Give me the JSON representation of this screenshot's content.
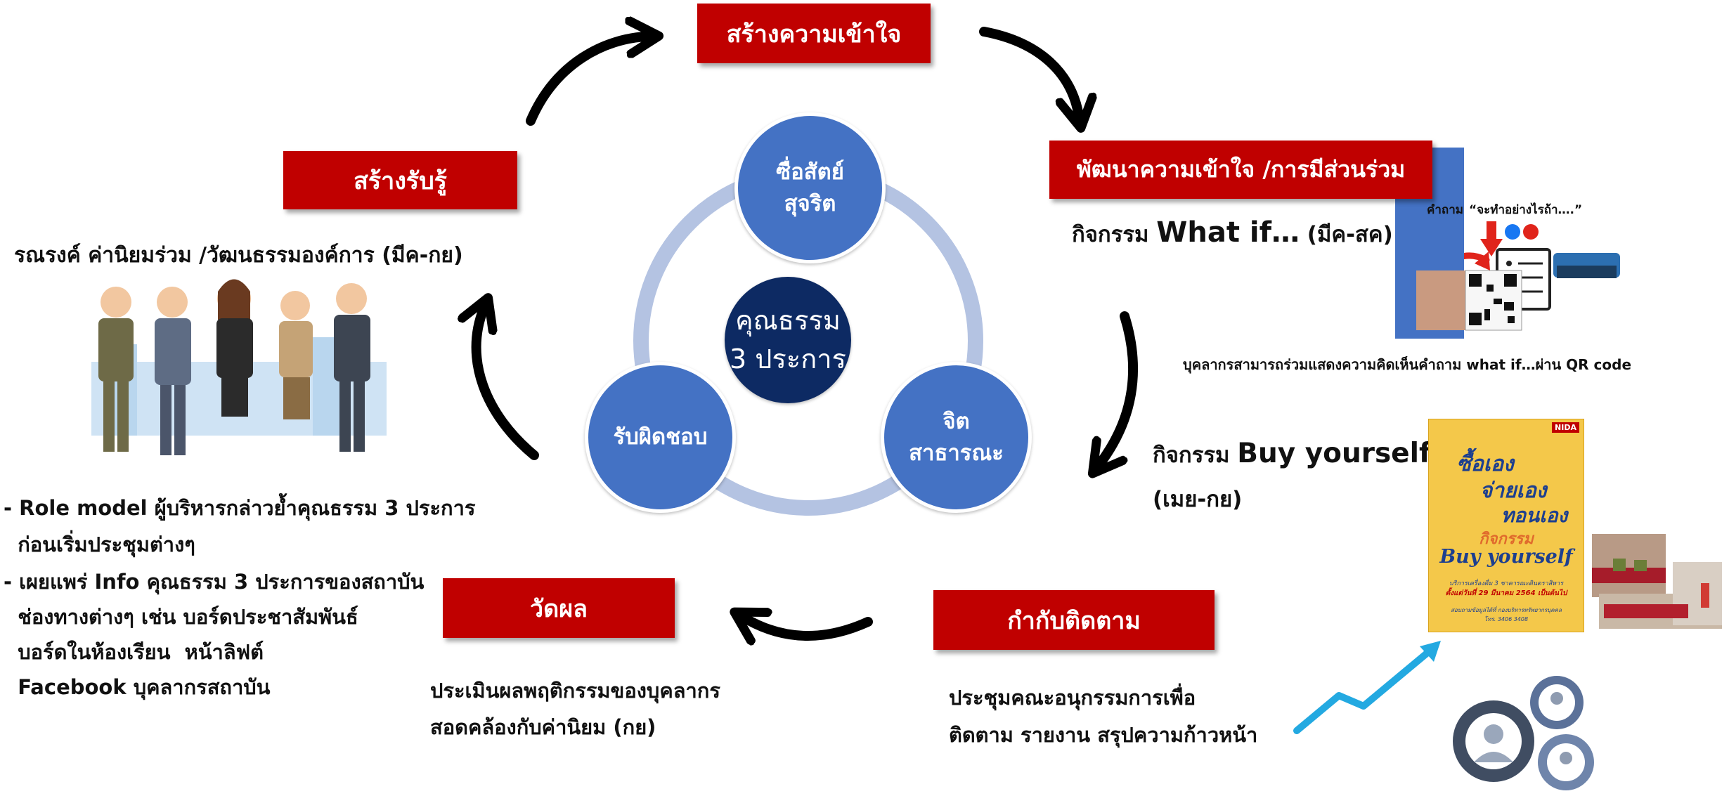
{
  "top": {
    "title": "สร้างความเข้าใจ"
  },
  "left": {
    "title": "สร้างรับรู้",
    "campaign": "รณรงค์ ค่านิยมร่วม /วัฒนธรรมองค์การ (มีค-กย)",
    "bullets": [
      "- Role model ผู้บริหารกล่าวย้ำคุณธรรม 3 ประการ",
      "  ก่อนเริ่มประชุมต่างๆ",
      "- เผยแพร่ Info คุณธรรม 3 ประการของสถาบัน",
      "  ช่องทางต่างๆ เช่น บอร์ดประชาสัมพันธ์",
      "  บอร์ดในห้องเรียน  หน้าลิฟต์",
      "  Facebook บุคลากรสถาบัน"
    ]
  },
  "right": {
    "title": "พัฒนาความเข้าใจ /การมีส่วนร่วม",
    "whatif_prefix": "กิจกรรม",
    "whatif_name": "What if…",
    "whatif_period": "(มีค-สค)",
    "qr_label_question": "คำถาม",
    "qr_label_quote": "“จะทำอย่างไรถ้า….”",
    "qr_caption": "บุคลากรสามารถร่วมแสดงความคิดเห็นคำถาม what if…ผ่าน QR code",
    "buy_prefix": "กิจกรรม",
    "buy_name": "Buy yourself",
    "buy_period": "(เมย-กย)",
    "poster": {
      "brand": "NIDA",
      "line1": "ซื้อเอง",
      "line2": "จ่ายเอง",
      "line3": "ทอนเอง",
      "line4": "กิจกรรม",
      "line5": "Buy yourself",
      "line6": "บริการเครื่องดื่ม 3 ชาคารณะดินตราสิหาร",
      "line7": "ตั้งแต่วันที่ 29 มีนาคม 2564 เป็นต้นไป",
      "line8": "สอบถามข้อมูลได้ที่ กองบริหารทรัพยากรบุคคล",
      "line9": "โทร. 3406 3408"
    }
  },
  "bottom_right": {
    "title": "กำกับติดตาม",
    "desc_line1": "ประชุมคณะอนุกรรมการเพื่อ",
    "desc_line2": "ติดตาม รายงาน สรุปความก้าวหน้า"
  },
  "bottom_left": {
    "title": "วัดผล",
    "desc_line1": "ประเมินผลพฤติกรรมของบุคลากร",
    "desc_line2": "สอดคล้องกับค่านิยม (กย)"
  },
  "center": {
    "core_line1": "คุณธรรม",
    "core_line2": "3 ประการ",
    "top_line1": "ซื่อสัตย์",
    "top_line2": "สุจริต",
    "right_line1": "จิต",
    "right_line2": "สาธารณะ",
    "left_label": "รับผิดชอบ"
  },
  "colors": {
    "red_box": "#c00000",
    "circle_blue": "#4472c4",
    "core_navy": "#0d2a63",
    "ring": "#b4c3e2",
    "arrow": "#000000"
  }
}
